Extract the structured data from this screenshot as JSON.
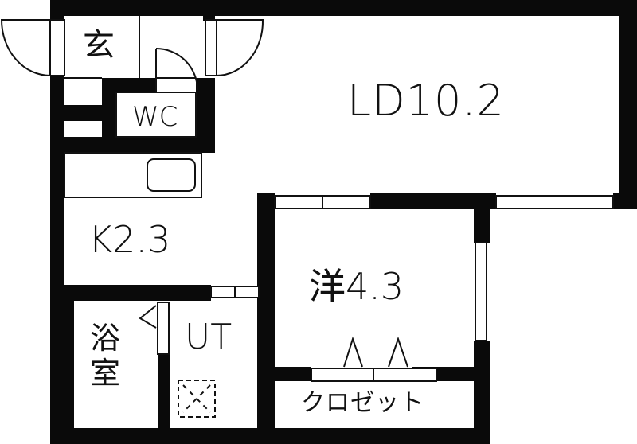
{
  "plan": {
    "type": "apartment-floor-plan",
    "layout": "1LDK",
    "colors": {
      "wall": "#0a0a0a",
      "background": "#ffffff",
      "line": "#111111"
    },
    "rooms": [
      {
        "id": "ld",
        "label": "LD10.2",
        "name": "Living/Dining",
        "area_jo": 10.2
      },
      {
        "id": "kitchen",
        "label": "K2.3",
        "name": "Kitchen",
        "area_jo": 2.3
      },
      {
        "id": "western",
        "label": "洋4.3",
        "name": "Western-style room",
        "area_jo": 4.3
      },
      {
        "id": "ut",
        "label": "UT",
        "name": "Utility"
      },
      {
        "id": "bath",
        "label": "浴室",
        "name": "Bathroom"
      },
      {
        "id": "wc",
        "label": "WC",
        "name": "Toilet"
      },
      {
        "id": "genkan",
        "label": "玄",
        "name": "Entrance"
      },
      {
        "id": "closet",
        "label": "クロゼット",
        "name": "Closet"
      }
    ],
    "fixtures": [
      {
        "id": "sink",
        "name": "kitchen-sink"
      },
      {
        "id": "washer",
        "name": "washing-machine-space"
      }
    ]
  }
}
